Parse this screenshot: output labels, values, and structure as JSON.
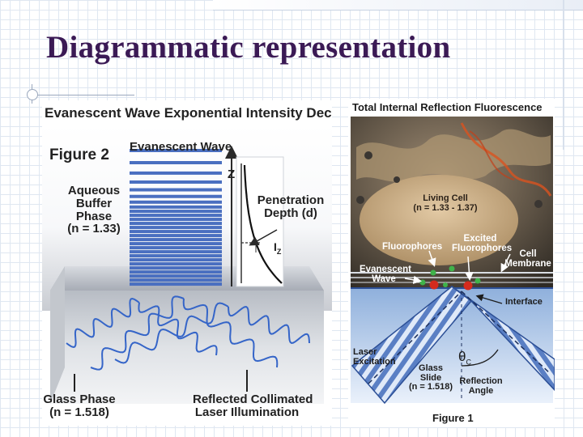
{
  "slide": {
    "title": "Diagrammatic representation"
  },
  "left_figure": {
    "heading": "Evanescent Wave Exponential Intensity Decay",
    "figure_label": "Figure 2",
    "wave_label": "Evanescent Wave",
    "aqueous_label": [
      "Aqueous",
      "Buffer",
      "Phase",
      "(n = 1.33)"
    ],
    "z_label": "Z",
    "penetration_label": [
      "Penetration",
      "Depth (d)"
    ],
    "iz_label": "I",
    "iz_sub": "Z",
    "glass_label": [
      "Glass Phase",
      "(n = 1.518)"
    ],
    "reflected_label": [
      "Reflected Collimated",
      "Laser Illumination"
    ]
  },
  "right_figure": {
    "heading": "Total Internal Reflection Fluorescence",
    "living_cell": [
      "Living Cell",
      "(n = 1.33 - 1.37)"
    ],
    "fluorophores": "Fluorophores",
    "excited": [
      "Excited",
      "Fluorophores"
    ],
    "cell_membrane": [
      "Cell",
      "Membrane"
    ],
    "evanescent": [
      "Evanescent",
      "Wave"
    ],
    "interface": "Interface",
    "laser": [
      "Laser",
      "Excitation"
    ],
    "glass_slide": [
      "Glass",
      "Slide",
      "(n = 1.518)"
    ],
    "theta": "θ",
    "theta_sub": "C",
    "reflection": [
      "Reflection",
      "Angle"
    ],
    "figure_label": "Figure 1"
  }
}
